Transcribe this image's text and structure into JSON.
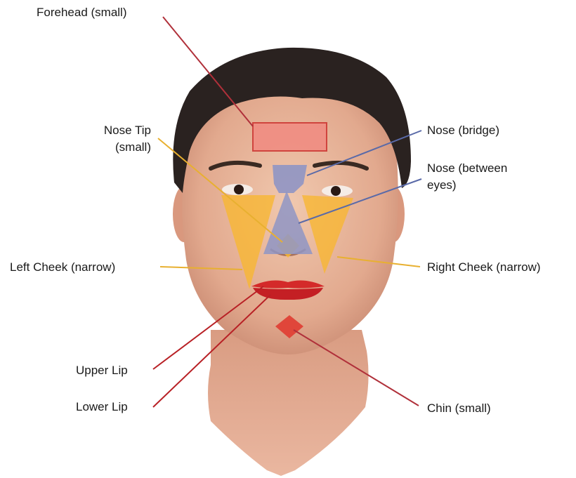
{
  "labels": {
    "forehead": "Forehead (small)",
    "nose_tip_line1": "Nose Tip",
    "nose_tip_line2": "(small)",
    "nose_bridge": "Nose (bridge)",
    "nose_between_line1": "Nose (between",
    "nose_between_line2": "eyes)",
    "left_cheek": "Left Cheek (narrow)",
    "right_cheek": "Right Cheek (narrow)",
    "upper_lip": "Upper Lip",
    "lower_lip": "Lower Lip",
    "chin": "Chin (small)"
  },
  "colors": {
    "forehead_region": "#f08a80",
    "forehead_line": "#b0303a",
    "nose_region": "#8f95c4",
    "nose_line": "#5a6aa8",
    "cheek_region": "#f7b733",
    "cheek_line": "#e8b030",
    "lip_region": "#d42a2a",
    "lip_line": "#b82025",
    "chin_region": "#e0463a",
    "chin_line": "#b0303a",
    "skin": "#e8b9a0",
    "hair": "#2a2220"
  }
}
